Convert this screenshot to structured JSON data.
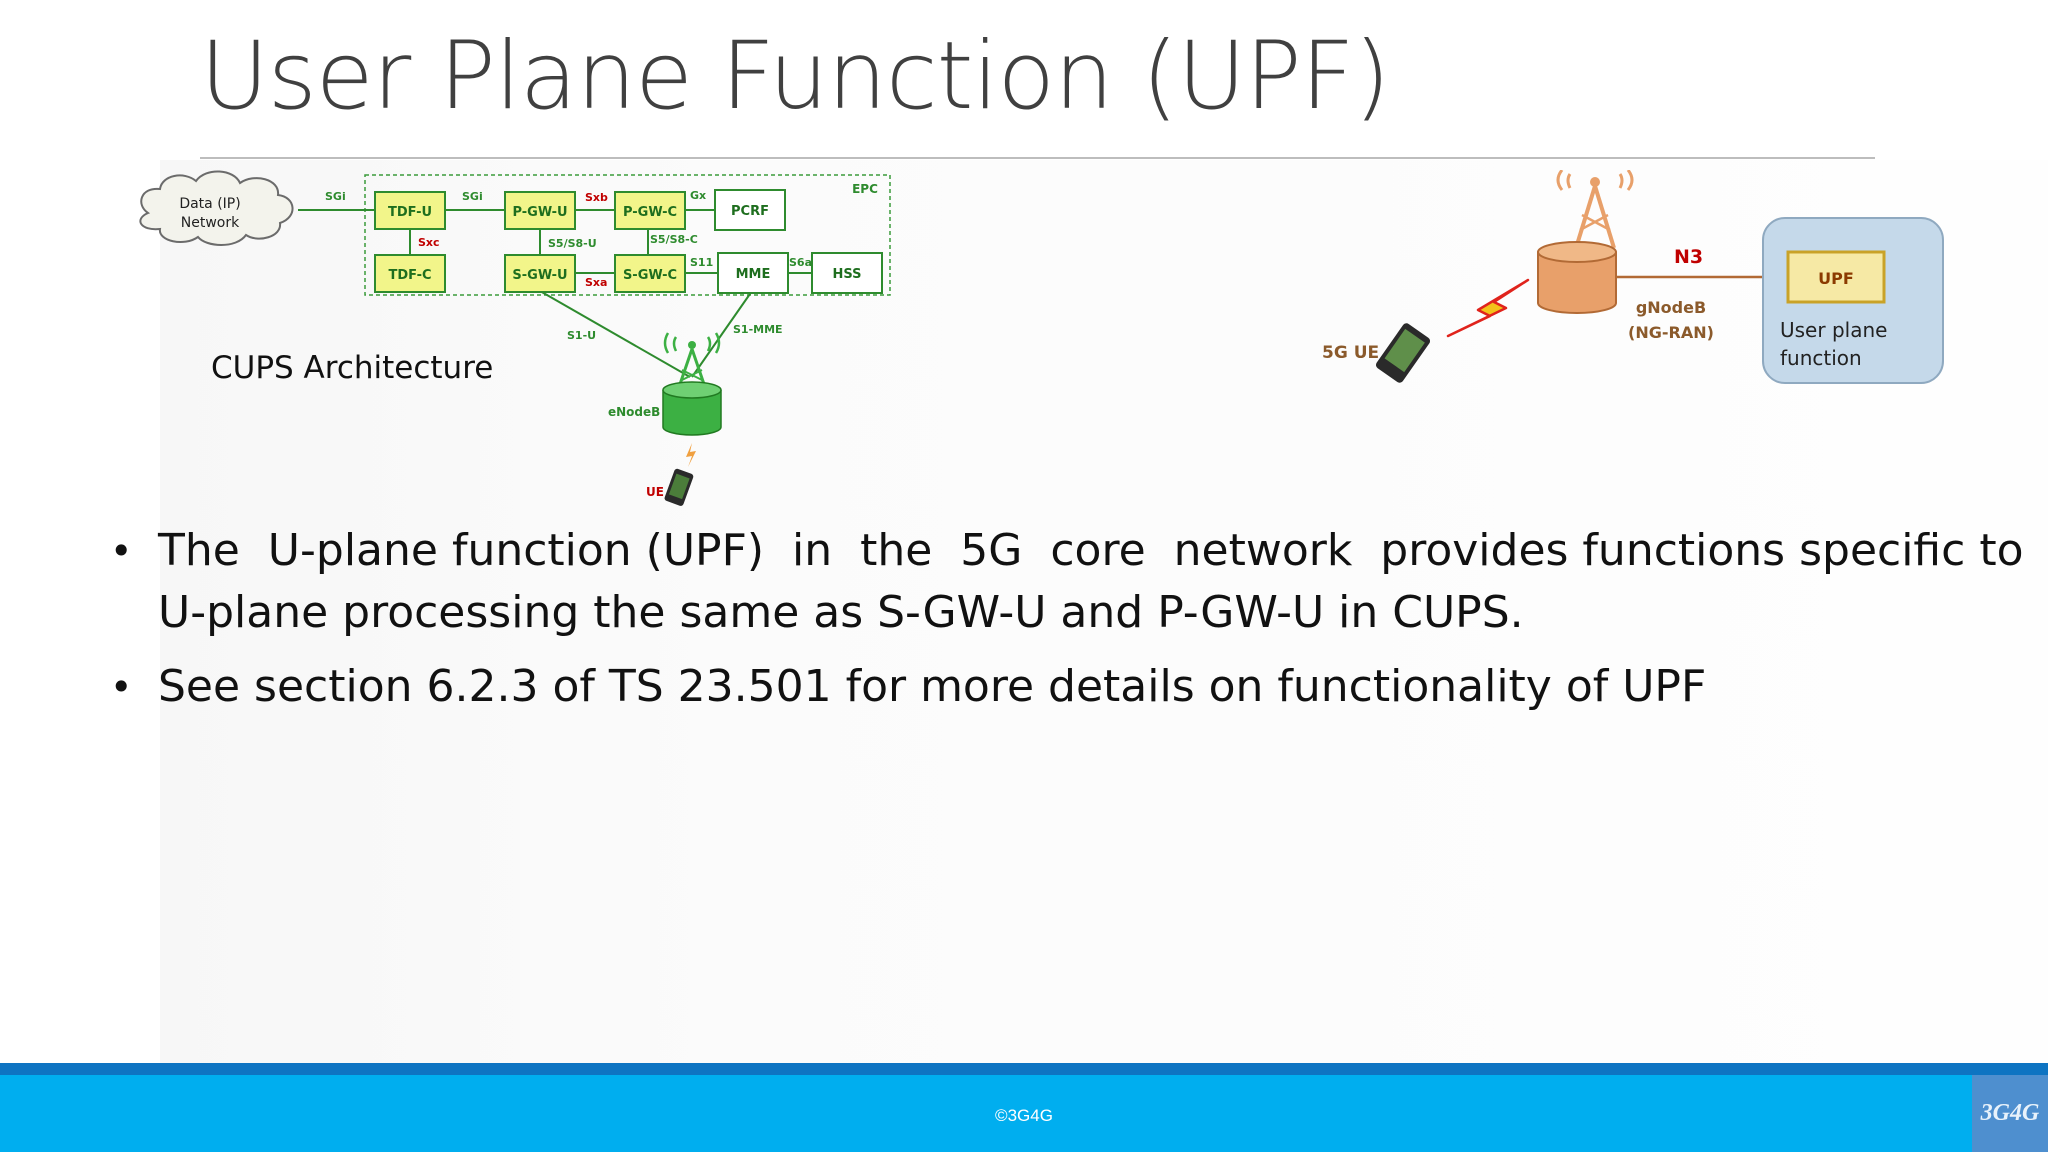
{
  "title": "User Plane Function (UPF)",
  "cups": {
    "caption": "CUPS Architecture",
    "cloud_line1": "Data (IP)",
    "cloud_line2": "Network",
    "epc_label": "EPC",
    "nodes": {
      "tdf_u": "TDF-U",
      "tdf_c": "TDF-C",
      "pgw_u": "P-GW-U",
      "pgw_c": "P-GW-C",
      "pcrf": "PCRF",
      "sgw_u": "S-GW-U",
      "sgw_c": "S-GW-C",
      "mme": "MME",
      "hss": "HSS"
    },
    "interfaces": {
      "sgi1": "SGi",
      "sgi2": "SGi",
      "sxb": "Sxb",
      "gx": "Gx",
      "sxc": "Sxc",
      "s5s8u": "S5/S8-U",
      "s5s8c": "S5/S8-C",
      "s11": "S11",
      "s6a": "S6a",
      "sxa": "Sxa",
      "s1u": "S1-U",
      "s1mme": "S1-MME"
    },
    "enodeb": "eNodeB",
    "ue": "UE"
  },
  "fiveg": {
    "n3": "N3",
    "gnodeb_line1": "gNodeB",
    "gnodeb_line2": "(NG-RAN)",
    "ue": "5G UE",
    "upf": "UPF",
    "upf_desc_line1": "User plane",
    "upf_desc_line2": "function"
  },
  "bullets": [
    {
      "line1": "The  U-plane function (UPF)  in  the  5G  core  network  provides functions specific to",
      "line2": "U-plane processing the same as S-GW-U and P-GW-U in CUPS."
    },
    {
      "line1": "See section 6.2.3 of TS 23.501 for more details on functionality of UPF"
    }
  ],
  "footer": {
    "copyright": "©3G4G",
    "logo": "3G4G"
  },
  "colors": {
    "node_fill": "#f2f58a",
    "node_stroke": "#2e8b2e",
    "interface_red": "#c00000",
    "enodeb_green": "#3cb043",
    "gnodeb_orange": "#e8a06a",
    "upf_panel": "#c5d9ea",
    "footer_blue": "#00aeef"
  }
}
